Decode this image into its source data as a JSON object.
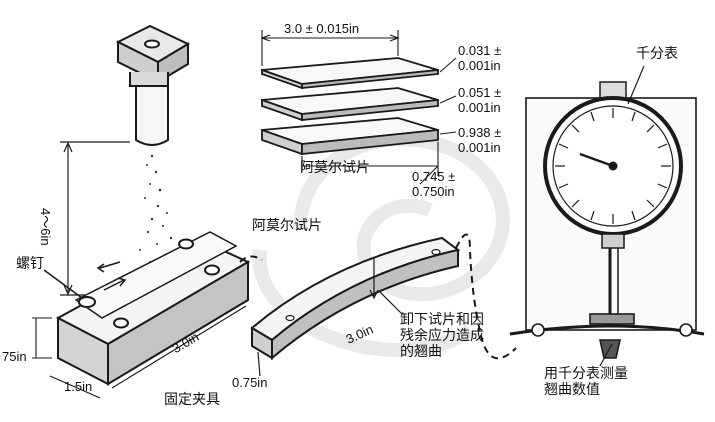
{
  "labels": {
    "strip_length": "3.0 ± 0.015in",
    "thickness_1": [
      "0.031 ±",
      "0.001in"
    ],
    "thickness_2": [
      "0.051 ±",
      "0.001in"
    ],
    "thickness_3": [
      "0.938 ±",
      "0.001in"
    ],
    "strip_width": [
      "0.745 ±",
      "0.750in"
    ],
    "almen_strip_top": "阿莫尔试片",
    "almen_strip_fixture": "阿莫尔试片",
    "dial_gauge": "千分表",
    "nozzle_distance": "4～6in",
    "screw": "螺钉",
    "fixture_height": "75in",
    "fixture_width": "1.5in",
    "fixture_length": "3.0in",
    "fixture_name": "固定夹具",
    "curved_strip_length": "3.0in",
    "curved_strip_width": "0.75in",
    "arc_height_note": [
      "卸下试片和因",
      "残余应力造成",
      "的翘曲"
    ],
    "measure_note": [
      "用千分表测量",
      "翘曲数值"
    ]
  },
  "colors": {
    "ink": "#1a1a1a",
    "paper": "#ffffff",
    "watermark": "#d9d9d9"
  }
}
